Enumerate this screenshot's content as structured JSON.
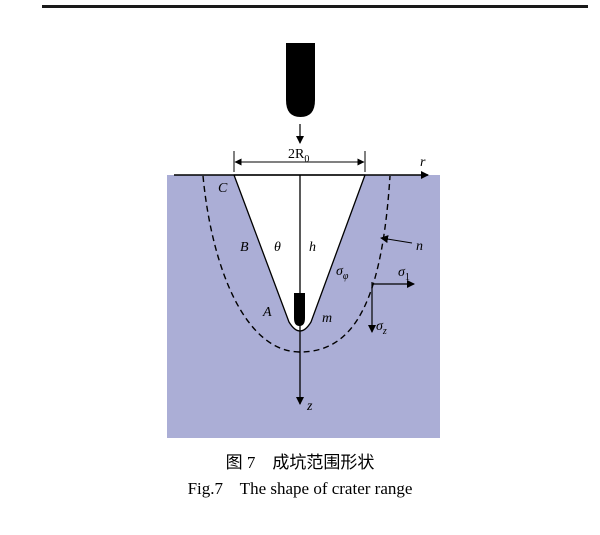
{
  "figure": {
    "caption_cn": "图 7    成坑范围形状",
    "caption_en": "Fig.7    The shape of crater range",
    "colors": {
      "medium_fill": "#abaed6",
      "crater_fill": "#ffffff",
      "ink": "#000000"
    },
    "icons": [
      "projectile-icon",
      "penetrator-icon"
    ],
    "labels": {
      "two_r0_main": "2R",
      "two_r0_sub": "0",
      "r_axis": "r",
      "z_axis": "z",
      "C": "C",
      "B": "B",
      "A": "A",
      "theta": "θ",
      "h": "h",
      "m": "m",
      "n": "n",
      "sigma": "σ",
      "sigma_phi_sub": "φ",
      "sigma1_sub": "1",
      "sigmaz_sub": "z"
    }
  }
}
